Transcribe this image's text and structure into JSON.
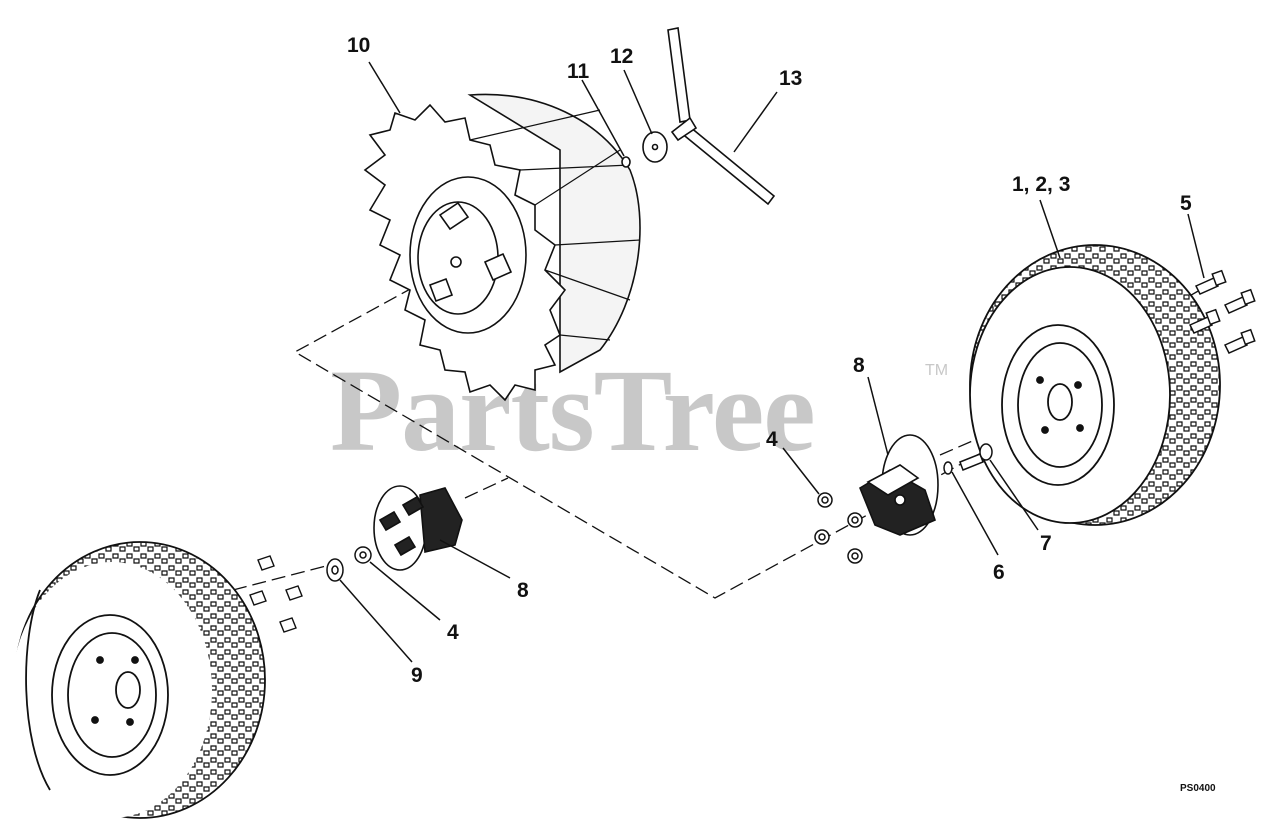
{
  "watermark": {
    "text": "PartsTree",
    "tm": "TM"
  },
  "diagram_code": "PS0400",
  "callouts": {
    "c10": "10",
    "c11": "11",
    "c12": "12",
    "c13": "13",
    "c123": "1, 2, 3",
    "c5": "5",
    "c8_right": "8",
    "c4_right": "4",
    "c7": "7",
    "c6": "6",
    "c8_left": "8",
    "c4_left": "4",
    "c9": "9"
  }
}
